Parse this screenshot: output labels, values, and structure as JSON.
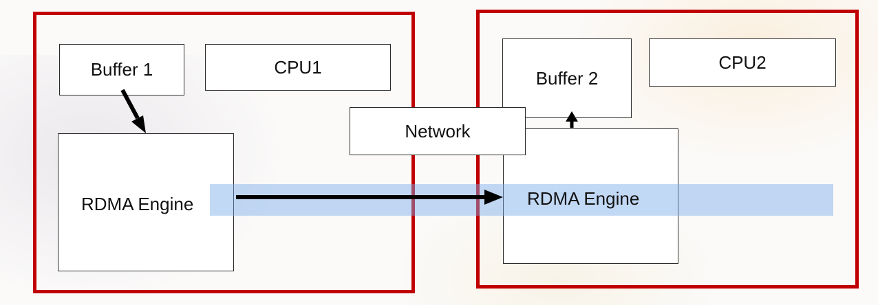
{
  "hosts": [
    {
      "buffer_label": "Buffer 1",
      "cpu_label": "CPU1",
      "engine_label": "RDMA Engine"
    },
    {
      "buffer_label": "Buffer 2",
      "cpu_label": "CPU2",
      "engine_label": "RDMA Engine"
    }
  ],
  "network_label": "Network",
  "colors": {
    "host_border": "#c00000",
    "highlight": "#78aaeb",
    "arrow": "#000000"
  }
}
